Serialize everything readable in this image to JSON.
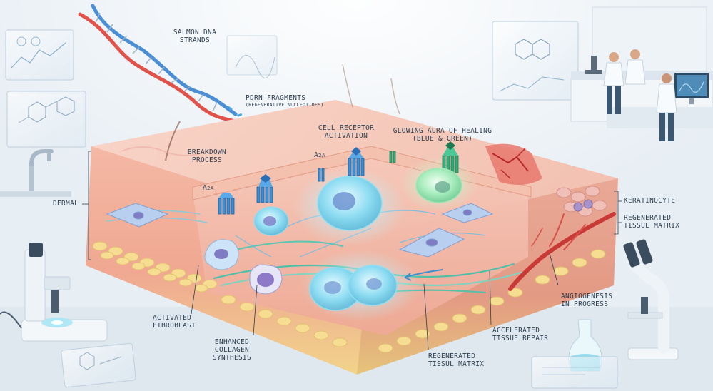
{
  "labels": {
    "salmon_dna": [
      "SALMON DNA",
      "STRANDS"
    ],
    "pdrn": [
      "PDRN FRAGMENTS",
      "(REGENERATIVE NUCLEOTIDES)"
    ],
    "breakdown": [
      "BREAKDOWN",
      "PROCESS"
    ],
    "receptor": [
      "CELL RECEPTOR",
      "ACTIVATION"
    ],
    "aura": [
      "GLOWING AURA OF HEALING",
      "(BLUE & GREEN)"
    ],
    "a2a_main": "A",
    "a2a_sub": "2A",
    "dermal": "DERMAL",
    "keratinocyte": "KERATINOCYTE",
    "regen_right": [
      "REGENERATED",
      "TISSUL MATRIX"
    ],
    "angiogenesis": [
      "ANGIOGENESIS",
      "IN PROGRESS"
    ],
    "activated": [
      "ACTIVATED",
      "FIBROBLAST"
    ],
    "collagen": [
      "ENHANCED",
      "COLLAGEN",
      "SYNTHESIS"
    ],
    "accelerated": [
      "ACCELERATED",
      "TISSUE REPAIR"
    ],
    "regen_bottom": [
      "REGENERATED",
      "TISSUL MATRIX"
    ]
  },
  "colors": {
    "background": "#e9f0f5",
    "skin_surface": "#f6cbbd",
    "dermis": "#f2b7a8",
    "fat_layer": "#f3d98f",
    "healing_blue": "#7fd6f0",
    "healing_green": "#8fe3a5",
    "receptor_blue": "#3b8fd8",
    "receptor_green": "#2fae7a",
    "dna_red": "#e0524a",
    "dna_blue": "#4a8fd6",
    "wound_red": "#d9383a"
  },
  "icons": [
    "dna-helix-icon",
    "microscope-icon",
    "flask-icon",
    "faucet-icon",
    "scientist-icon",
    "monitor-icon"
  ]
}
